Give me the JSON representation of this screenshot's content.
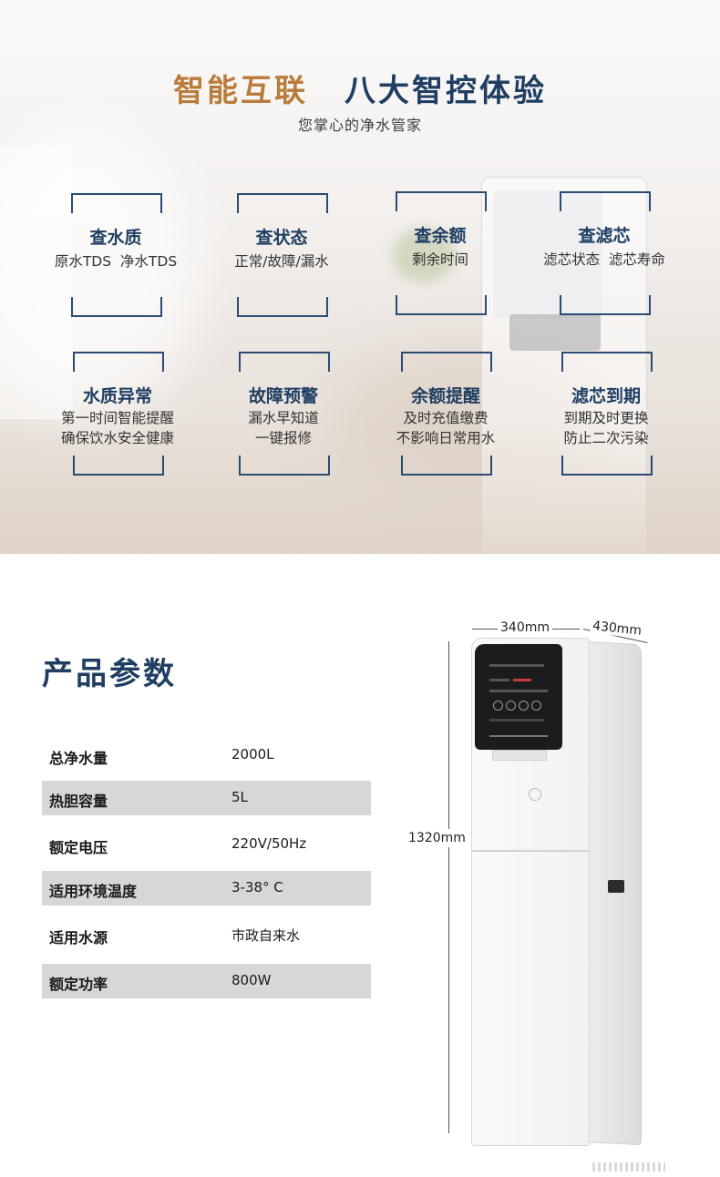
{
  "header": {
    "title_left": "智能互联",
    "title_right": "八大智控体验",
    "subtitle": "您掌心的净水管家"
  },
  "features": [
    {
      "title": "查水质",
      "lines": [
        "原水TDS  净水TDS"
      ]
    },
    {
      "title": "查状态",
      "lines": [
        "正常/故障/漏水"
      ]
    },
    {
      "title": "查余额",
      "lines": [
        "剩余时间"
      ]
    },
    {
      "title": "查滤芯",
      "lines": [
        "滤芯状态  滤芯寿命"
      ]
    },
    {
      "title": "水质异常",
      "lines": [
        "第一时间智能提醒",
        "确保饮水安全健康"
      ]
    },
    {
      "title": "故障预警",
      "lines": [
        "漏水早知道",
        "一键报修"
      ]
    },
    {
      "title": "余额提醒",
      "lines": [
        "及时充值缴费",
        "不影响日常用水"
      ]
    },
    {
      "title": "滤芯到期",
      "lines": [
        "到期及时更换",
        "防止二次污染"
      ]
    }
  ],
  "specs": {
    "title": "产品参数",
    "rows": [
      {
        "label": "总净水量",
        "value": "2000L"
      },
      {
        "label": "热胆容量",
        "value": "5L"
      },
      {
        "label": "额定电压",
        "value": "220V/50Hz"
      },
      {
        "label": "适用环境温度",
        "value": "3-38° C"
      },
      {
        "label": "适用水源",
        "value": "市政自来水"
      },
      {
        "label": "额定功率",
        "value": "800W"
      }
    ]
  },
  "dimensions": {
    "width": "340mm",
    "depth": "430mm",
    "height": "1320mm"
  }
}
